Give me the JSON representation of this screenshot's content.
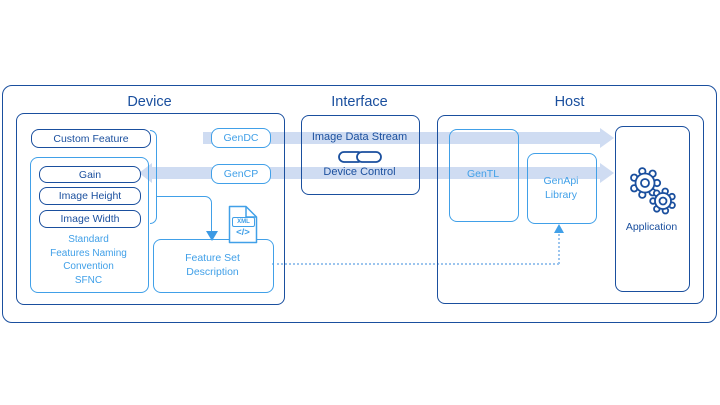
{
  "colors": {
    "dark": "#1a4f9e",
    "light": "#41a0e8",
    "band": "#cfdcf2",
    "dotted": "#9cc5ee",
    "arrow": "#3d9ae4"
  },
  "sections": {
    "device": "Device",
    "interface": "Interface",
    "host": "Host"
  },
  "device": {
    "custom_feature": "Custom Feature",
    "features": [
      "Gain",
      "Image Height",
      "Image Width"
    ],
    "sfnc_lines": [
      "Standard",
      "Features Naming",
      "Convention",
      "SFNC"
    ],
    "gendc": "GenDC",
    "gencp": "GenCP",
    "xml_badge": "XML",
    "xml_code": "</>",
    "feature_set_lines": [
      "Feature Set",
      "Description"
    ]
  },
  "interface": {
    "image_data_stream": "Image Data Stream",
    "device_control": "Device Control"
  },
  "host": {
    "gentl": "GenTL",
    "genapi_lines": [
      "GenApi",
      "Library"
    ],
    "application": "Application"
  }
}
